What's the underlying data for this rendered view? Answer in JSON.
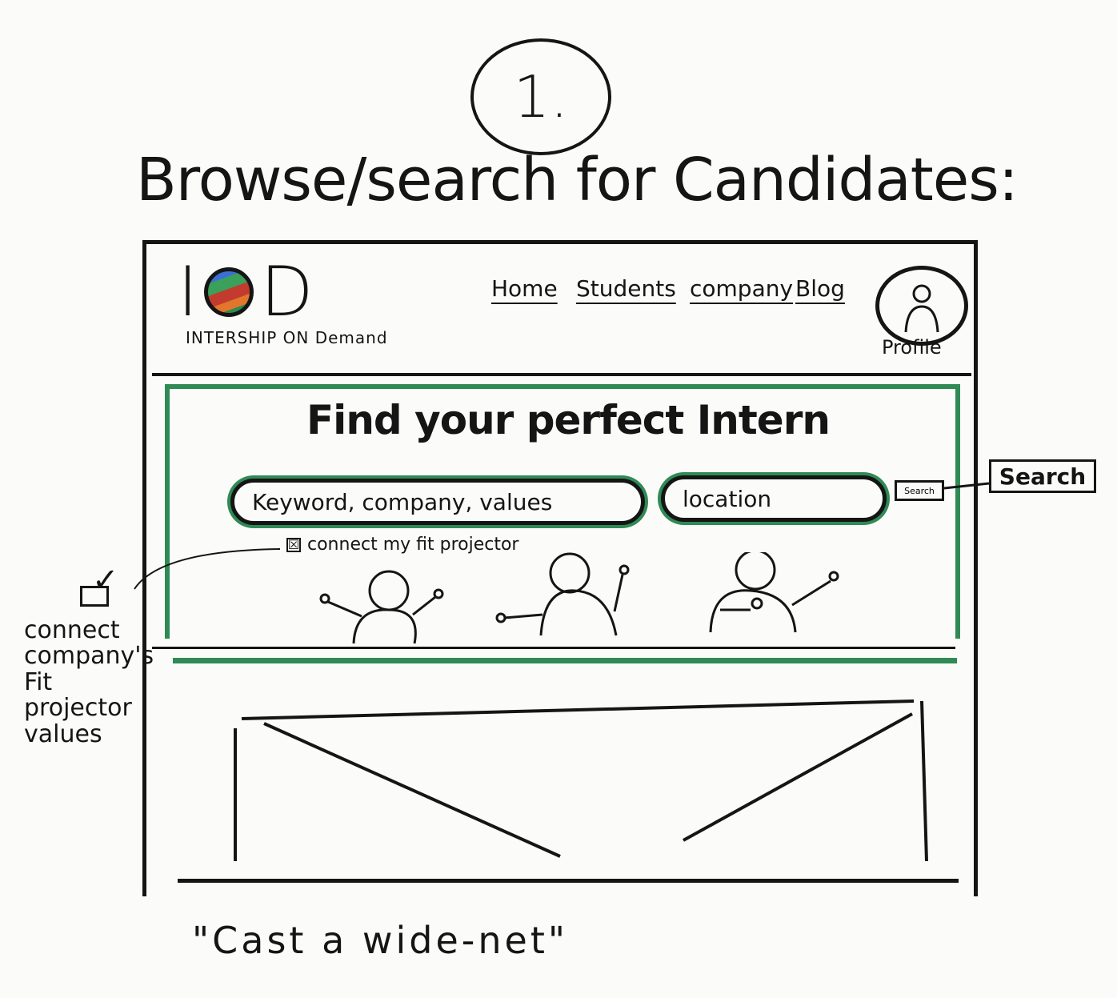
{
  "step": {
    "number": "1."
  },
  "heading": "Browse/search for Candidates:",
  "header": {
    "logo_text_left": "I",
    "logo_text_right": "D",
    "tagline": "INTERSHIP ON Demand",
    "nav": [
      {
        "label": "Home"
      },
      {
        "label": "Students"
      },
      {
        "label": "company"
      },
      {
        "label": "Blog"
      }
    ],
    "profile_label": "Profile"
  },
  "hero": {
    "title": "Find your perfect Intern",
    "keyword_placeholder": "Keyword, company, values",
    "location_placeholder": "location",
    "search_button_label": "Search",
    "fit_checkbox_label": "connect my fit projector",
    "fit_checkbox_mark": "☒"
  },
  "annotations": {
    "search_callout": "Search",
    "checkbox_mark": "✓",
    "fit_note": "connect company's Fit projector values",
    "tagline": "\"Cast a wide-net\""
  },
  "colors": {
    "ink": "#151515",
    "accent_green": "#2f8a55",
    "paper": "#fbfbf9"
  }
}
